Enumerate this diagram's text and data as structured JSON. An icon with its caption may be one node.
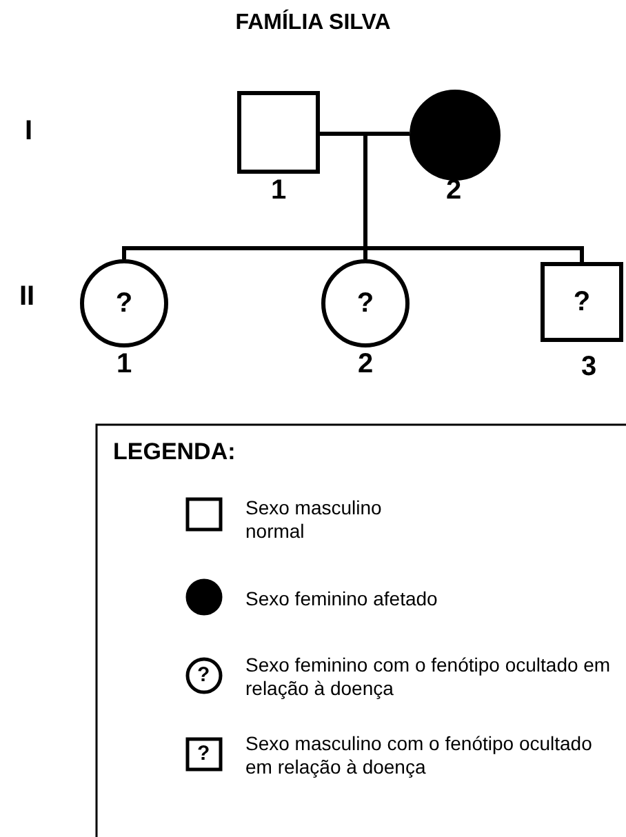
{
  "diagram": {
    "title": "FAMÍLIA SILVA",
    "nodes": [
      {
        "text": [],
        "shape": "box",
        "beside": [
          "1"
        ]
      },
      {
        "text": [],
        "shape": "circle",
        "beside": [
          "2"
        ]
      },
      {
        "text": [
          "?"
        ],
        "beside": [
          "1"
        ]
      },
      {
        "text": [
          "?"
        ],
        "beside": [
          "2"
        ]
      },
      {
        "text": [
          "?"
        ],
        "beside": [
          "3"
        ]
      }
    ],
    "edges": [
      {
        "from": 0,
        "to": 1,
        "arrow": "none"
      },
      {
        "from": 0,
        "to": 2,
        "arrow": "none"
      },
      {
        "from": 0,
        "to": 3,
        "arrow": "none"
      },
      {
        "from": 0,
        "to": 4,
        "arrow": "none"
      },
      {
        "from": 1,
        "to": 2,
        "arrow": "none"
      },
      {
        "from": 1,
        "to": 3,
        "arrow": "none"
      },
      {
        "from": 1,
        "to": 4,
        "arrow": "none"
      }
    ],
    "labels": [
      "I",
      "II",
      "LEGENDA:"
    ],
    "legend": [
      {
        "text": "Sexo masculino normal"
      },
      {
        "text": "Sexo feminino afetado"
      },
      {
        "text": "Sexo feminino com o fenótipo ocultado em relação à doença"
      },
      {
        "text": "Sexo masculino com o fenótipo ocultado em relação à doença"
      }
    ]
  }
}
